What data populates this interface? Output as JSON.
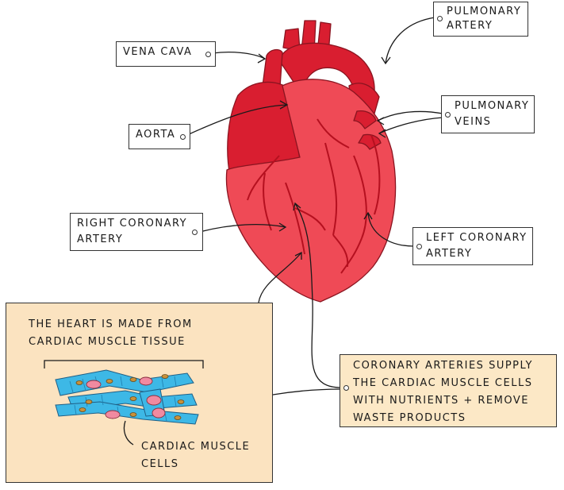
{
  "labels": {
    "vena_cava": "VENA CAVA",
    "aorta": "AORTA",
    "right_coronary_line1": "RIGHT CORONARY",
    "right_coronary_line2": "ARTERY",
    "pulmonary_artery_line1": "PULMONARY",
    "pulmonary_artery_line2": "ARTERY",
    "pulmonary_veins_line1": "PULMONARY",
    "pulmonary_veins_line2": "VEINS",
    "left_coronary_line1": "LEFT CORONARY",
    "left_coronary_line2": "ARTERY"
  },
  "panel": {
    "heading_line1": "THE HEART IS MADE FROM",
    "heading_line2": "CARDIAC MUSCLE TISSUE",
    "cells_label_line1": "CARDIAC MUSCLE",
    "cells_label_line2": "CELLS"
  },
  "callout": {
    "line1": "CORONARY ARTERIES SUPPLY",
    "line2": "THE CARDIAC MUSCLE CELLS",
    "line3": "WITH NUTRIENTS + REMOVE",
    "line4": "WASTE PRODUCTS"
  },
  "colors": {
    "heart_main": "#ef4a56",
    "heart_dark": "#d91e30",
    "vessel_line": "#b5101f",
    "muscle_cell": "#3db8e6",
    "nucleus": "#f08aa0",
    "mitochondria": "#c9913a",
    "panel_bg": "#fbe3c0",
    "callout_bg": "#fce8c6"
  }
}
